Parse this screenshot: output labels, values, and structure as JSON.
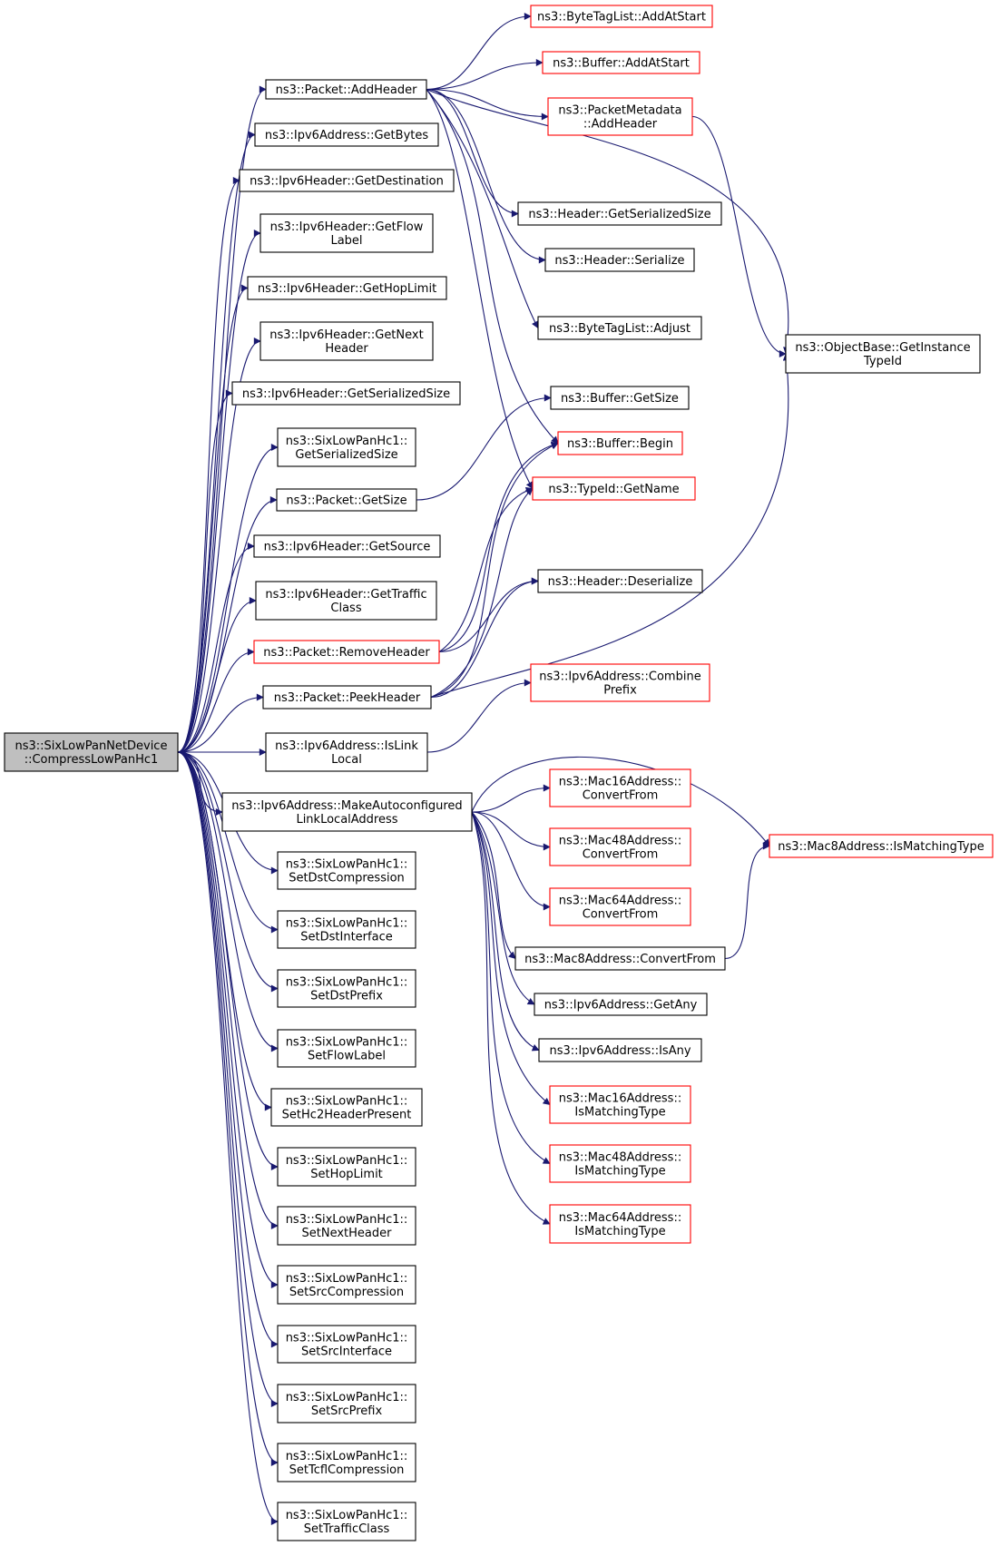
{
  "diagram": {
    "type": "call-graph",
    "colors": {
      "edge": "#191970",
      "root_fill": "#bfbfbf",
      "node_fill": "#ffffff",
      "normal_border": "#000000",
      "truncated_border": "#ff0000"
    },
    "nodes": [
      {
        "id": "root",
        "lines": [
          "ns3::SixLowPanNetDevice",
          "::CompressLowPanHc1"
        ],
        "style": "root"
      },
      {
        "id": "pkt_addheader",
        "lines": [
          "ns3::Packet::AddHeader"
        ],
        "style": "normal"
      },
      {
        "id": "ipv6addr_getbytes",
        "lines": [
          "ns3::Ipv6Address::GetBytes"
        ],
        "style": "normal"
      },
      {
        "id": "ipv6hdr_getdestination",
        "lines": [
          "ns3::Ipv6Header::GetDestination"
        ],
        "style": "normal"
      },
      {
        "id": "ipv6hdr_getflowlabel",
        "lines": [
          "ns3::Ipv6Header::GetFlow",
          "Label"
        ],
        "style": "normal"
      },
      {
        "id": "ipv6hdr_gethoplimit",
        "lines": [
          "ns3::Ipv6Header::GetHopLimit"
        ],
        "style": "normal"
      },
      {
        "id": "ipv6hdr_getnextheader",
        "lines": [
          "ns3::Ipv6Header::GetNext",
          "Header"
        ],
        "style": "normal"
      },
      {
        "id": "ipv6hdr_getserializedsize",
        "lines": [
          "ns3::Ipv6Header::GetSerializedSize"
        ],
        "style": "normal"
      },
      {
        "id": "hc1_getserializedsize",
        "lines": [
          "ns3::SixLowPanHc1::",
          "GetSerializedSize"
        ],
        "style": "normal"
      },
      {
        "id": "pkt_getsize",
        "lines": [
          "ns3::Packet::GetSize"
        ],
        "style": "normal"
      },
      {
        "id": "ipv6hdr_getsource",
        "lines": [
          "ns3::Ipv6Header::GetSource"
        ],
        "style": "normal"
      },
      {
        "id": "ipv6hdr_gettrafficclass",
        "lines": [
          "ns3::Ipv6Header::GetTraffic",
          "Class"
        ],
        "style": "normal"
      },
      {
        "id": "pkt_removeheader",
        "lines": [
          "ns3::Packet::RemoveHeader"
        ],
        "style": "truncated"
      },
      {
        "id": "pkt_peekheader",
        "lines": [
          "ns3::Packet::PeekHeader"
        ],
        "style": "normal"
      },
      {
        "id": "ipv6addr_islinklocal",
        "lines": [
          "ns3::Ipv6Address::IsLink",
          "Local"
        ],
        "style": "normal"
      },
      {
        "id": "ipv6addr_makeautoconf",
        "lines": [
          "ns3::Ipv6Address::MakeAutoconfigured",
          "LinkLocalAddress"
        ],
        "style": "normal"
      },
      {
        "id": "hc1_setdstcompression",
        "lines": [
          "ns3::SixLowPanHc1::",
          "SetDstCompression"
        ],
        "style": "normal"
      },
      {
        "id": "hc1_setdstinterface",
        "lines": [
          "ns3::SixLowPanHc1::",
          "SetDstInterface"
        ],
        "style": "normal"
      },
      {
        "id": "hc1_setdstprefix",
        "lines": [
          "ns3::SixLowPanHc1::",
          "SetDstPrefix"
        ],
        "style": "normal"
      },
      {
        "id": "hc1_setflowlabel",
        "lines": [
          "ns3::SixLowPanHc1::",
          "SetFlowLabel"
        ],
        "style": "normal"
      },
      {
        "id": "hc1_sethc2headerpresent",
        "lines": [
          "ns3::SixLowPanHc1::",
          "SetHc2HeaderPresent"
        ],
        "style": "normal"
      },
      {
        "id": "hc1_sethoplimit",
        "lines": [
          "ns3::SixLowPanHc1::",
          "SetHopLimit"
        ],
        "style": "normal"
      },
      {
        "id": "hc1_setnextheader",
        "lines": [
          "ns3::SixLowPanHc1::",
          "SetNextHeader"
        ],
        "style": "normal"
      },
      {
        "id": "hc1_setsrccompression",
        "lines": [
          "ns3::SixLowPanHc1::",
          "SetSrcCompression"
        ],
        "style": "normal"
      },
      {
        "id": "hc1_setsrcinterface",
        "lines": [
          "ns3::SixLowPanHc1::",
          "SetSrcInterface"
        ],
        "style": "normal"
      },
      {
        "id": "hc1_setsrcprefix",
        "lines": [
          "ns3::SixLowPanHc1::",
          "SetSrcPrefix"
        ],
        "style": "normal"
      },
      {
        "id": "hc1_settcflcompression",
        "lines": [
          "ns3::SixLowPanHc1::",
          "SetTcflCompression"
        ],
        "style": "normal"
      },
      {
        "id": "hc1_settrafficclass",
        "lines": [
          "ns3::SixLowPanHc1::",
          "SetTrafficClass"
        ],
        "style": "normal"
      },
      {
        "id": "btl_addatstart",
        "lines": [
          "ns3::ByteTagList::AddAtStart"
        ],
        "style": "truncated"
      },
      {
        "id": "buf_addatstart",
        "lines": [
          "ns3::Buffer::AddAtStart"
        ],
        "style": "truncated"
      },
      {
        "id": "pmeta_addheader",
        "lines": [
          "ns3::PacketMetadata",
          "::AddHeader"
        ],
        "style": "truncated"
      },
      {
        "id": "hdr_getserializedsize",
        "lines": [
          "ns3::Header::GetSerializedSize"
        ],
        "style": "normal"
      },
      {
        "id": "hdr_serialize",
        "lines": [
          "ns3::Header::Serialize"
        ],
        "style": "normal"
      },
      {
        "id": "btl_adjust",
        "lines": [
          "ns3::ByteTagList::Adjust"
        ],
        "style": "normal"
      },
      {
        "id": "buf_getsize",
        "lines": [
          "ns3::Buffer::GetSize"
        ],
        "style": "normal"
      },
      {
        "id": "buf_begin",
        "lines": [
          "ns3::Buffer::Begin"
        ],
        "style": "truncated"
      },
      {
        "id": "typeid_getname",
        "lines": [
          "ns3::TypeId::GetName"
        ],
        "style": "truncated"
      },
      {
        "id": "hdr_deserialize",
        "lines": [
          "ns3::Header::Deserialize"
        ],
        "style": "normal"
      },
      {
        "id": "ipv6addr_combineprefix",
        "lines": [
          "ns3::Ipv6Address::Combine",
          "Prefix"
        ],
        "style": "truncated"
      },
      {
        "id": "mac16_convertfrom",
        "lines": [
          "ns3::Mac16Address::",
          "ConvertFrom"
        ],
        "style": "truncated"
      },
      {
        "id": "mac48_convertfrom",
        "lines": [
          "ns3::Mac48Address::",
          "ConvertFrom"
        ],
        "style": "truncated"
      },
      {
        "id": "mac64_convertfrom",
        "lines": [
          "ns3::Mac64Address::",
          "ConvertFrom"
        ],
        "style": "truncated"
      },
      {
        "id": "mac8_convertfrom",
        "lines": [
          "ns3::Mac8Address::ConvertFrom"
        ],
        "style": "normal"
      },
      {
        "id": "ipv6addr_getany",
        "lines": [
          "ns3::Ipv6Address::GetAny"
        ],
        "style": "normal"
      },
      {
        "id": "ipv6addr_isany",
        "lines": [
          "ns3::Ipv6Address::IsAny"
        ],
        "style": "normal"
      },
      {
        "id": "mac16_ismatchingtype",
        "lines": [
          "ns3::Mac16Address::",
          "IsMatchingType"
        ],
        "style": "truncated"
      },
      {
        "id": "mac48_ismatchingtype",
        "lines": [
          "ns3::Mac48Address::",
          "IsMatchingType"
        ],
        "style": "truncated"
      },
      {
        "id": "mac64_ismatchingtype",
        "lines": [
          "ns3::Mac64Address::",
          "IsMatchingType"
        ],
        "style": "truncated"
      },
      {
        "id": "objbase_getinstancetypeid",
        "lines": [
          "ns3::ObjectBase::GetInstance",
          "TypeId"
        ],
        "style": "normal"
      },
      {
        "id": "mac8_ismatchingtype",
        "lines": [
          "ns3::Mac8Address::IsMatchingType"
        ],
        "style": "truncated"
      }
    ],
    "edges": [
      [
        "root",
        "pkt_addheader"
      ],
      [
        "root",
        "ipv6addr_getbytes"
      ],
      [
        "root",
        "ipv6hdr_getdestination"
      ],
      [
        "root",
        "ipv6hdr_getflowlabel"
      ],
      [
        "root",
        "ipv6hdr_gethoplimit"
      ],
      [
        "root",
        "ipv6hdr_getnextheader"
      ],
      [
        "root",
        "ipv6hdr_getserializedsize"
      ],
      [
        "root",
        "hc1_getserializedsize"
      ],
      [
        "root",
        "pkt_getsize"
      ],
      [
        "root",
        "ipv6hdr_getsource"
      ],
      [
        "root",
        "ipv6hdr_gettrafficclass"
      ],
      [
        "root",
        "pkt_removeheader"
      ],
      [
        "root",
        "pkt_peekheader"
      ],
      [
        "root",
        "ipv6addr_islinklocal"
      ],
      [
        "root",
        "ipv6addr_makeautoconf"
      ],
      [
        "root",
        "hc1_setdstcompression"
      ],
      [
        "root",
        "hc1_setdstinterface"
      ],
      [
        "root",
        "hc1_setdstprefix"
      ],
      [
        "root",
        "hc1_setflowlabel"
      ],
      [
        "root",
        "hc1_sethc2headerpresent"
      ],
      [
        "root",
        "hc1_sethoplimit"
      ],
      [
        "root",
        "hc1_setnextheader"
      ],
      [
        "root",
        "hc1_setsrccompression"
      ],
      [
        "root",
        "hc1_setsrcinterface"
      ],
      [
        "root",
        "hc1_setsrcprefix"
      ],
      [
        "root",
        "hc1_settcflcompression"
      ],
      [
        "root",
        "hc1_settrafficclass"
      ],
      [
        "pkt_addheader",
        "btl_addatstart"
      ],
      [
        "pkt_addheader",
        "buf_addatstart"
      ],
      [
        "pkt_addheader",
        "pmeta_addheader"
      ],
      [
        "pkt_addheader",
        "hdr_getserializedsize"
      ],
      [
        "pkt_addheader",
        "hdr_serialize"
      ],
      [
        "pkt_addheader",
        "btl_adjust"
      ],
      [
        "pkt_addheader",
        "buf_begin"
      ],
      [
        "pkt_addheader",
        "typeid_getname"
      ],
      [
        "pkt_addheader",
        "objbase_getinstancetypeid"
      ],
      [
        "pmeta_addheader",
        "objbase_getinstancetypeid"
      ],
      [
        "pkt_getsize",
        "buf_getsize"
      ],
      [
        "pkt_removeheader",
        "buf_begin"
      ],
      [
        "pkt_removeheader",
        "typeid_getname"
      ],
      [
        "pkt_removeheader",
        "hdr_deserialize"
      ],
      [
        "pkt_peekheader",
        "buf_begin"
      ],
      [
        "pkt_peekheader",
        "typeid_getname"
      ],
      [
        "pkt_peekheader",
        "hdr_deserialize"
      ],
      [
        "pkt_peekheader",
        "objbase_getinstancetypeid"
      ],
      [
        "ipv6addr_islinklocal",
        "ipv6addr_combineprefix"
      ],
      [
        "ipv6addr_makeautoconf",
        "mac16_convertfrom"
      ],
      [
        "ipv6addr_makeautoconf",
        "mac48_convertfrom"
      ],
      [
        "ipv6addr_makeautoconf",
        "mac64_convertfrom"
      ],
      [
        "ipv6addr_makeautoconf",
        "mac8_convertfrom"
      ],
      [
        "ipv6addr_makeautoconf",
        "ipv6addr_getany"
      ],
      [
        "ipv6addr_makeautoconf",
        "ipv6addr_isany"
      ],
      [
        "ipv6addr_makeautoconf",
        "mac16_ismatchingtype"
      ],
      [
        "ipv6addr_makeautoconf",
        "mac48_ismatchingtype"
      ],
      [
        "ipv6addr_makeautoconf",
        "mac64_ismatchingtype"
      ],
      [
        "ipv6addr_makeautoconf",
        "mac8_ismatchingtype"
      ],
      [
        "mac8_convertfrom",
        "mac8_ismatchingtype"
      ]
    ]
  }
}
